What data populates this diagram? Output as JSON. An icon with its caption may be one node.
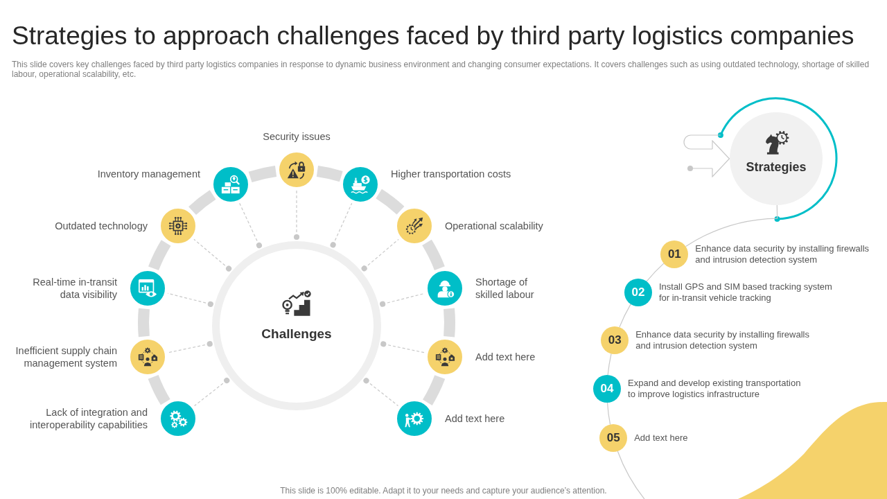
{
  "diagram": {
    "title": "Strategies to approach challenges faced by third party logistics companies",
    "nodes": [
      {
        "text": [
          "Challenges"
        ]
      },
      {
        "text": [
          "Security issues"
        ]
      },
      {
        "text": [
          "Inventory management"
        ]
      },
      {
        "text": [
          "Higher transportation costs"
        ]
      },
      {
        "text": [
          "Outdated technology"
        ]
      },
      {
        "text": [
          "Operational scalability"
        ]
      },
      {
        "text": [
          "Real-time in-transit data visibility"
        ]
      },
      {
        "text": [
          "Shortage of skilled labour"
        ]
      },
      {
        "text": [
          "Inefficient supply chain management system"
        ]
      },
      {
        "text": [
          "Add text here"
        ]
      },
      {
        "text": [
          "Lack of integration and interoperability capabilities"
        ]
      },
      {
        "text": [
          "Add text here"
        ]
      },
      {
        "text": [
          "Strategies"
        ]
      },
      {
        "text": [
          "01"
        ],
        "beside": [
          "Enhance data security by installing firewalls and intrusion detection system"
        ]
      },
      {
        "text": [
          "02"
        ],
        "beside": [
          "Install GPS and SIM based tracking system for in-transit vehicle tracking"
        ]
      },
      {
        "text": [
          "03"
        ],
        "beside": [
          "Enhance data security by installing firewalls and intrusion detection system"
        ]
      },
      {
        "text": [
          "04"
        ],
        "beside": [
          "Expand and develop existing transportation to improve logistics infrastructure"
        ]
      },
      {
        "text": [
          "05"
        ],
        "beside": [
          "Add text here"
        ]
      },
      {
        "text": [],
        "shape": "blob"
      }
    ],
    "edges": [
      {
        "from": 0,
        "to": 1,
        "arrow": "other",
        "style": "dashed"
      },
      {
        "from": 0,
        "to": 2,
        "arrow": "other",
        "style": "dashed"
      },
      {
        "from": 0,
        "to": 3,
        "arrow": "other",
        "style": "dashed"
      },
      {
        "from": 0,
        "to": 4,
        "arrow": "other",
        "style": "dashed"
      },
      {
        "from": 0,
        "to": 5,
        "arrow": "other",
        "style": "dashed"
      },
      {
        "from": 0,
        "to": 6,
        "arrow": "other",
        "style": "dashed"
      },
      {
        "from": 0,
        "to": 7,
        "arrow": "other",
        "style": "dashed"
      },
      {
        "from": 0,
        "to": 8,
        "arrow": "other",
        "style": "dashed"
      },
      {
        "from": 0,
        "to": 9,
        "arrow": "other",
        "style": "dashed"
      },
      {
        "from": 0,
        "to": 10,
        "arrow": "other",
        "style": "dashed"
      },
      {
        "from": 0,
        "to": 11,
        "arrow": "other",
        "style": "dashed"
      },
      {
        "from": 10,
        "to": 8,
        "arrow": "none",
        "style": "thick",
        "color": "#dcdcdc"
      },
      {
        "from": 8,
        "to": 6,
        "arrow": "none",
        "style": "thick",
        "color": "#dcdcdc"
      },
      {
        "from": 6,
        "to": 4,
        "arrow": "none",
        "style": "thick",
        "color": "#dcdcdc"
      },
      {
        "from": 4,
        "to": 2,
        "arrow": "none",
        "style": "thick",
        "color": "#dcdcdc"
      },
      {
        "from": 2,
        "to": 1,
        "arrow": "none",
        "style": "thick",
        "color": "#dcdcdc"
      },
      {
        "from": 1,
        "to": 3,
        "arrow": "none",
        "style": "thick",
        "color": "#dcdcdc"
      },
      {
        "from": 3,
        "to": 5,
        "arrow": "none",
        "style": "thick",
        "color": "#dcdcdc"
      },
      {
        "from": 5,
        "to": 7,
        "arrow": "none",
        "style": "thick",
        "color": "#dcdcdc"
      },
      {
        "from": 7,
        "to": 9,
        "arrow": "none",
        "style": "thick",
        "color": "#dcdcdc"
      },
      {
        "from": 9,
        "to": 11,
        "arrow": "none",
        "style": "thick",
        "color": "#dcdcdc"
      },
      {
        "from": null,
        "to": 12,
        "arrow": "to"
      },
      {
        "from": 12,
        "to": 13,
        "arrow": "none"
      },
      {
        "from": 13,
        "to": 14,
        "arrow": "none"
      },
      {
        "from": 14,
        "to": 15,
        "arrow": "none"
      },
      {
        "from": 15,
        "to": 16,
        "arrow": "none"
      },
      {
        "from": 16,
        "to": 17,
        "arrow": "none"
      }
    ],
    "labels": [
      "This slide covers key challenges faced by third party logistics companies in response to dynamic business environment and changing consumer expectations. It covers challenges such as using outdated technology, shortage of skilled labour, operational scalability, etc.",
      "This slide is 100% editable. Adapt it to your needs and capture your audience’s attention."
    ]
  }
}
